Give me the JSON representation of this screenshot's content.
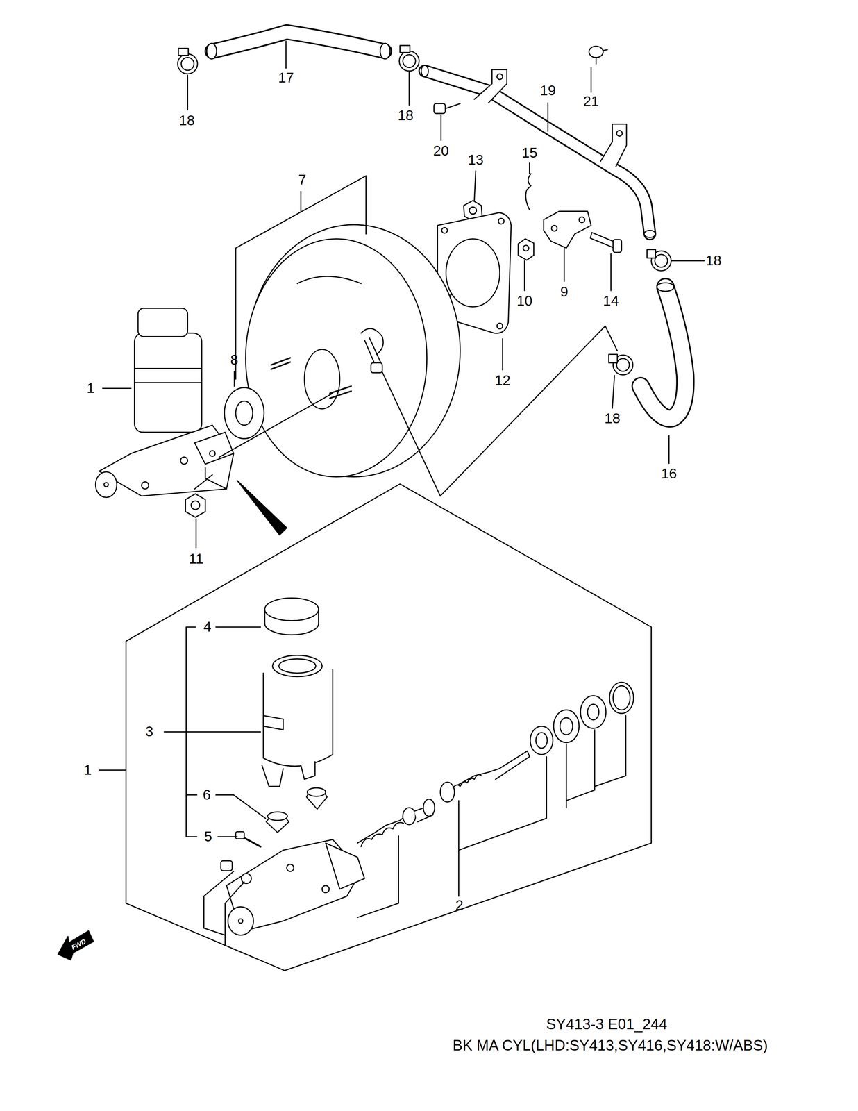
{
  "diagram": {
    "labels": [
      "17",
      "18",
      "18",
      "19",
      "21",
      "20",
      "13",
      "15",
      "7",
      "12",
      "10",
      "9",
      "14",
      "18",
      "8",
      "1",
      "11",
      "18",
      "16",
      "4",
      "3",
      "1",
      "6",
      "5",
      "2",
      "FWD",
      "SY413-3 E01_244",
      "BK MA CYL(LHD:SY413,SY416,SY418:W/ABS)"
    ]
  }
}
